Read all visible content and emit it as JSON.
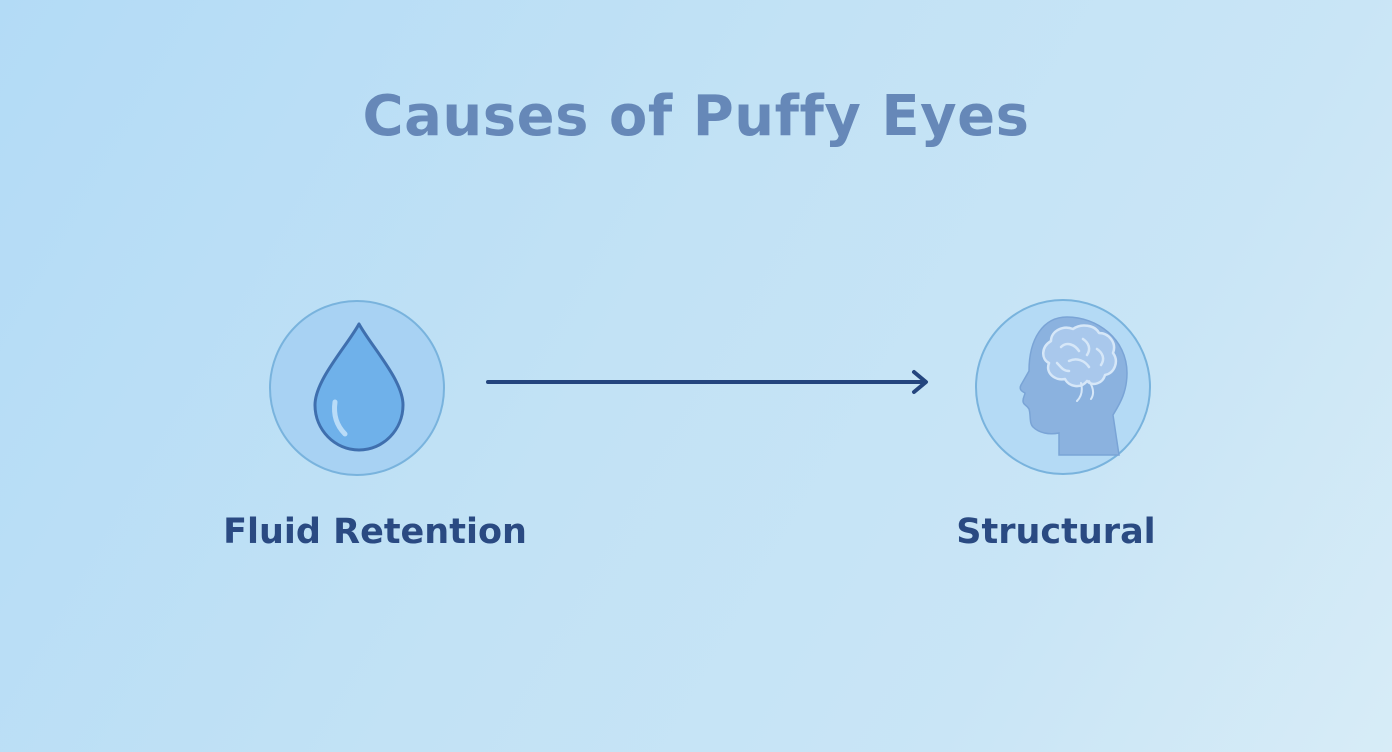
{
  "diagram": {
    "title": "Causes of Puffy Eyes",
    "nodes": [
      {
        "label": "Fluid Retention",
        "icon": "water-drop-icon"
      },
      {
        "label": "Structural",
        "icon": "head-brain-icon"
      }
    ],
    "edges": [
      {
        "from": "Fluid Retention",
        "to": "Structural"
      }
    ]
  },
  "colors": {
    "title": "#6688b8",
    "label": "#2a4a82",
    "arrow": "#24457e",
    "circle_fill": "#a8d2f3",
    "circle_stroke": "#79b3dd",
    "drop_fill": "#6fb1ea",
    "icon_fill": "#8bb2df"
  }
}
